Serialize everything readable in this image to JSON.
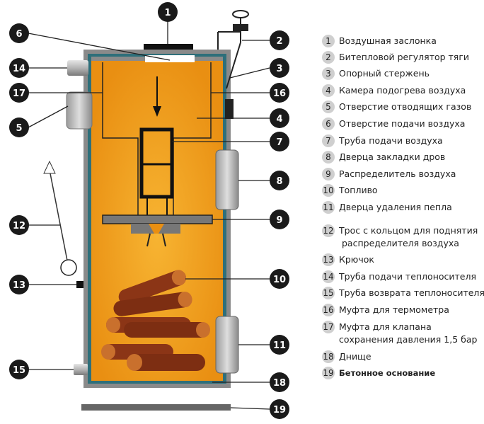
{
  "callouts": [
    "1",
    "2",
    "3",
    "4",
    "5",
    "6",
    "7",
    "8",
    "9",
    "10",
    "11",
    "12",
    "13",
    "14",
    "15",
    "16",
    "17",
    "18",
    "19"
  ],
  "legend": [
    {
      "num": "1",
      "text": "Воздушная заслонка"
    },
    {
      "num": "2",
      "text": "Битепловой регулятор тяги"
    },
    {
      "num": "3",
      "text": "Опорный стержень"
    },
    {
      "num": "4",
      "text": "Камера подогрева воздуха"
    },
    {
      "num": "5",
      "text": "Отверстие отводящих газов"
    },
    {
      "num": "6",
      "text": "Отверстие подачи воздуха"
    },
    {
      "num": "7",
      "text": "Труба подачи воздуха"
    },
    {
      "num": "8",
      "text": "Дверца закладки дров"
    },
    {
      "num": "9",
      "text": "Распределитель воздуха"
    },
    {
      "num": "10",
      "text": "Топливо"
    },
    {
      "num": "11",
      "text": "Дверца удаления пепла"
    },
    {
      "num": "12",
      "text": "Трос с кольцом для поднятия",
      "text2": "распределителя воздуха"
    },
    {
      "num": "13",
      "text": "Крючок"
    },
    {
      "num": "14",
      "text": "Труба подачи теплоносителя"
    },
    {
      "num": "15",
      "text": "Труба возврата теплоносителя"
    },
    {
      "num": "16",
      "text": "Муфта для термометра"
    },
    {
      "num": "17",
      "text": "Муфта для клапана",
      "text2": "сохранения давления 1,5 бар"
    },
    {
      "num": "18",
      "text": "Днище"
    },
    {
      "num": "19",
      "text": "Бетонное основание"
    }
  ],
  "colors": {
    "fuel_chamber": "#f0a020",
    "casing": "#8a8a8a",
    "insulation": "#2e6f7a",
    "wood": "#8b3516",
    "callout": "#1a1a1a",
    "legend_badge": "#cfcfcf"
  }
}
